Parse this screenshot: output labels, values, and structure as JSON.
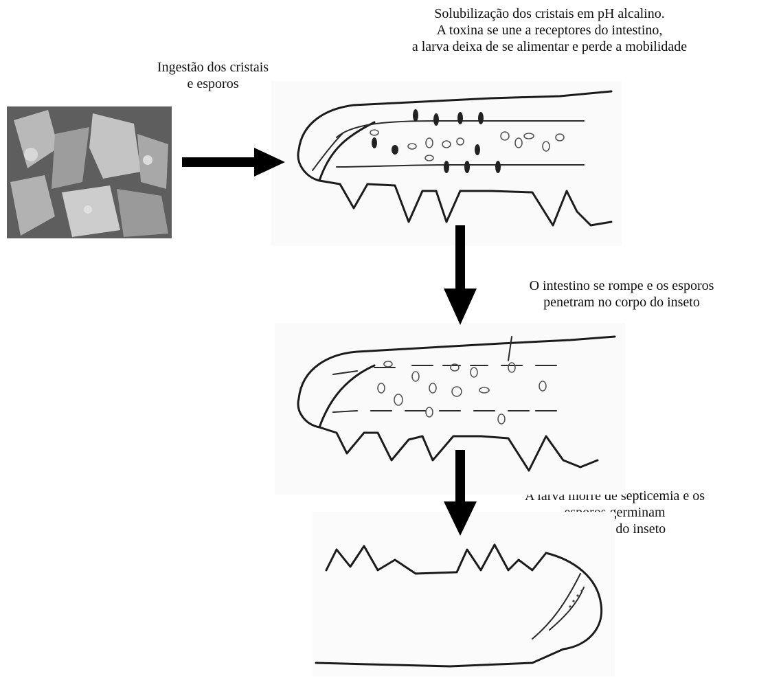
{
  "steps": [
    {
      "id": "step1",
      "lines": [
        "Ingestão dos cristais",
        "e esporos"
      ]
    },
    {
      "id": "step2",
      "lines": [
        "Solubilização dos cristais em pH  alcalino.",
        "A  toxina  se une a receptores do intestino,",
        "a larva deixa de se alimentar e perde a mobilidade"
      ]
    },
    {
      "id": "step3",
      "lines": [
        "O intestino se rompe e os esporos",
        "penetram no corpo do inseto"
      ]
    },
    {
      "id": "step4",
      "lines": [
        "A larva morre de septicemia e os",
        "esporos germinam",
        "no corpo do inseto"
      ]
    }
  ],
  "colors": {
    "arrow": "#000000",
    "ink": "#1b1b1b",
    "photo": "#6a6a6a"
  },
  "icons": {
    "arrow_right": "arrow-right-icon",
    "arrow_down": "arrow-down-icon"
  }
}
